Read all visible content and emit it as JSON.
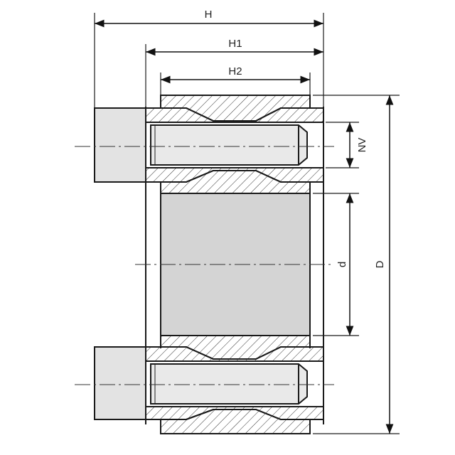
{
  "labels": {
    "H": "H",
    "H1": "H1",
    "H2": "H2",
    "NV": "NV",
    "d": "d",
    "D": "D"
  },
  "colors": {
    "line": "#1a1a1a",
    "bore_fill": "#d4d4d4",
    "screw_fill": "#e9e9e9",
    "head_fill": "#e3e3e3",
    "background": "#ffffff"
  }
}
